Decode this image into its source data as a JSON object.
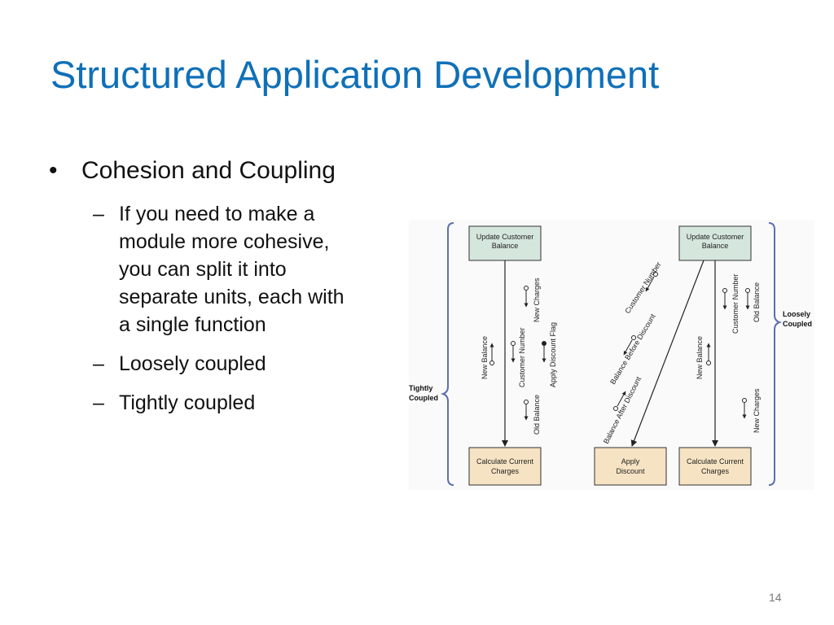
{
  "slide": {
    "title": "Structured Application Development",
    "bullets": [
      {
        "text": "Cohesion and Coupling",
        "subs": [
          {
            "lines": [
              "If you need to make a",
              "module more cohesive,",
              "you can split it into",
              "separate units, each with",
              "a single function"
            ]
          },
          {
            "lines": [
              "Loosely coupled"
            ]
          },
          {
            "lines": [
              "Tightly coupled"
            ]
          }
        ]
      }
    ],
    "page_number": "14"
  },
  "diagram": {
    "tight_label": [
      "Tightly",
      "Coupled"
    ],
    "loose_label": [
      "Loosely",
      "Coupled"
    ],
    "left": {
      "top_box": [
        "Update Customer",
        "Balance"
      ],
      "bottom_box": [
        "Calculate Current",
        "Charges"
      ],
      "flows": {
        "new_balance": "New Balance",
        "new_charges": "New Charges",
        "customer_number": "Customer Number",
        "apply_discount_flag": "Apply Discount Flag",
        "old_balance": "Old Balance"
      }
    },
    "right": {
      "top_box": [
        "Update Customer",
        "Balance"
      ],
      "apply_box": [
        "Apply",
        "Discount"
      ],
      "bottom_box": [
        "Calculate Current",
        "Charges"
      ],
      "flows": {
        "customer_number_1": "Customer Number",
        "balance_before_discount": "Balance Before Discount",
        "balance_after_discount": "Balance After Discount",
        "new_balance": "New Balance",
        "customer_number_2": "Customer Number",
        "old_balance": "Old Balance",
        "new_charges": "New Charges"
      }
    },
    "colors": {
      "top_box": "#d5e6dc",
      "bottom_box": "#f6e3c3",
      "bracket": "#5d6fb0"
    }
  }
}
